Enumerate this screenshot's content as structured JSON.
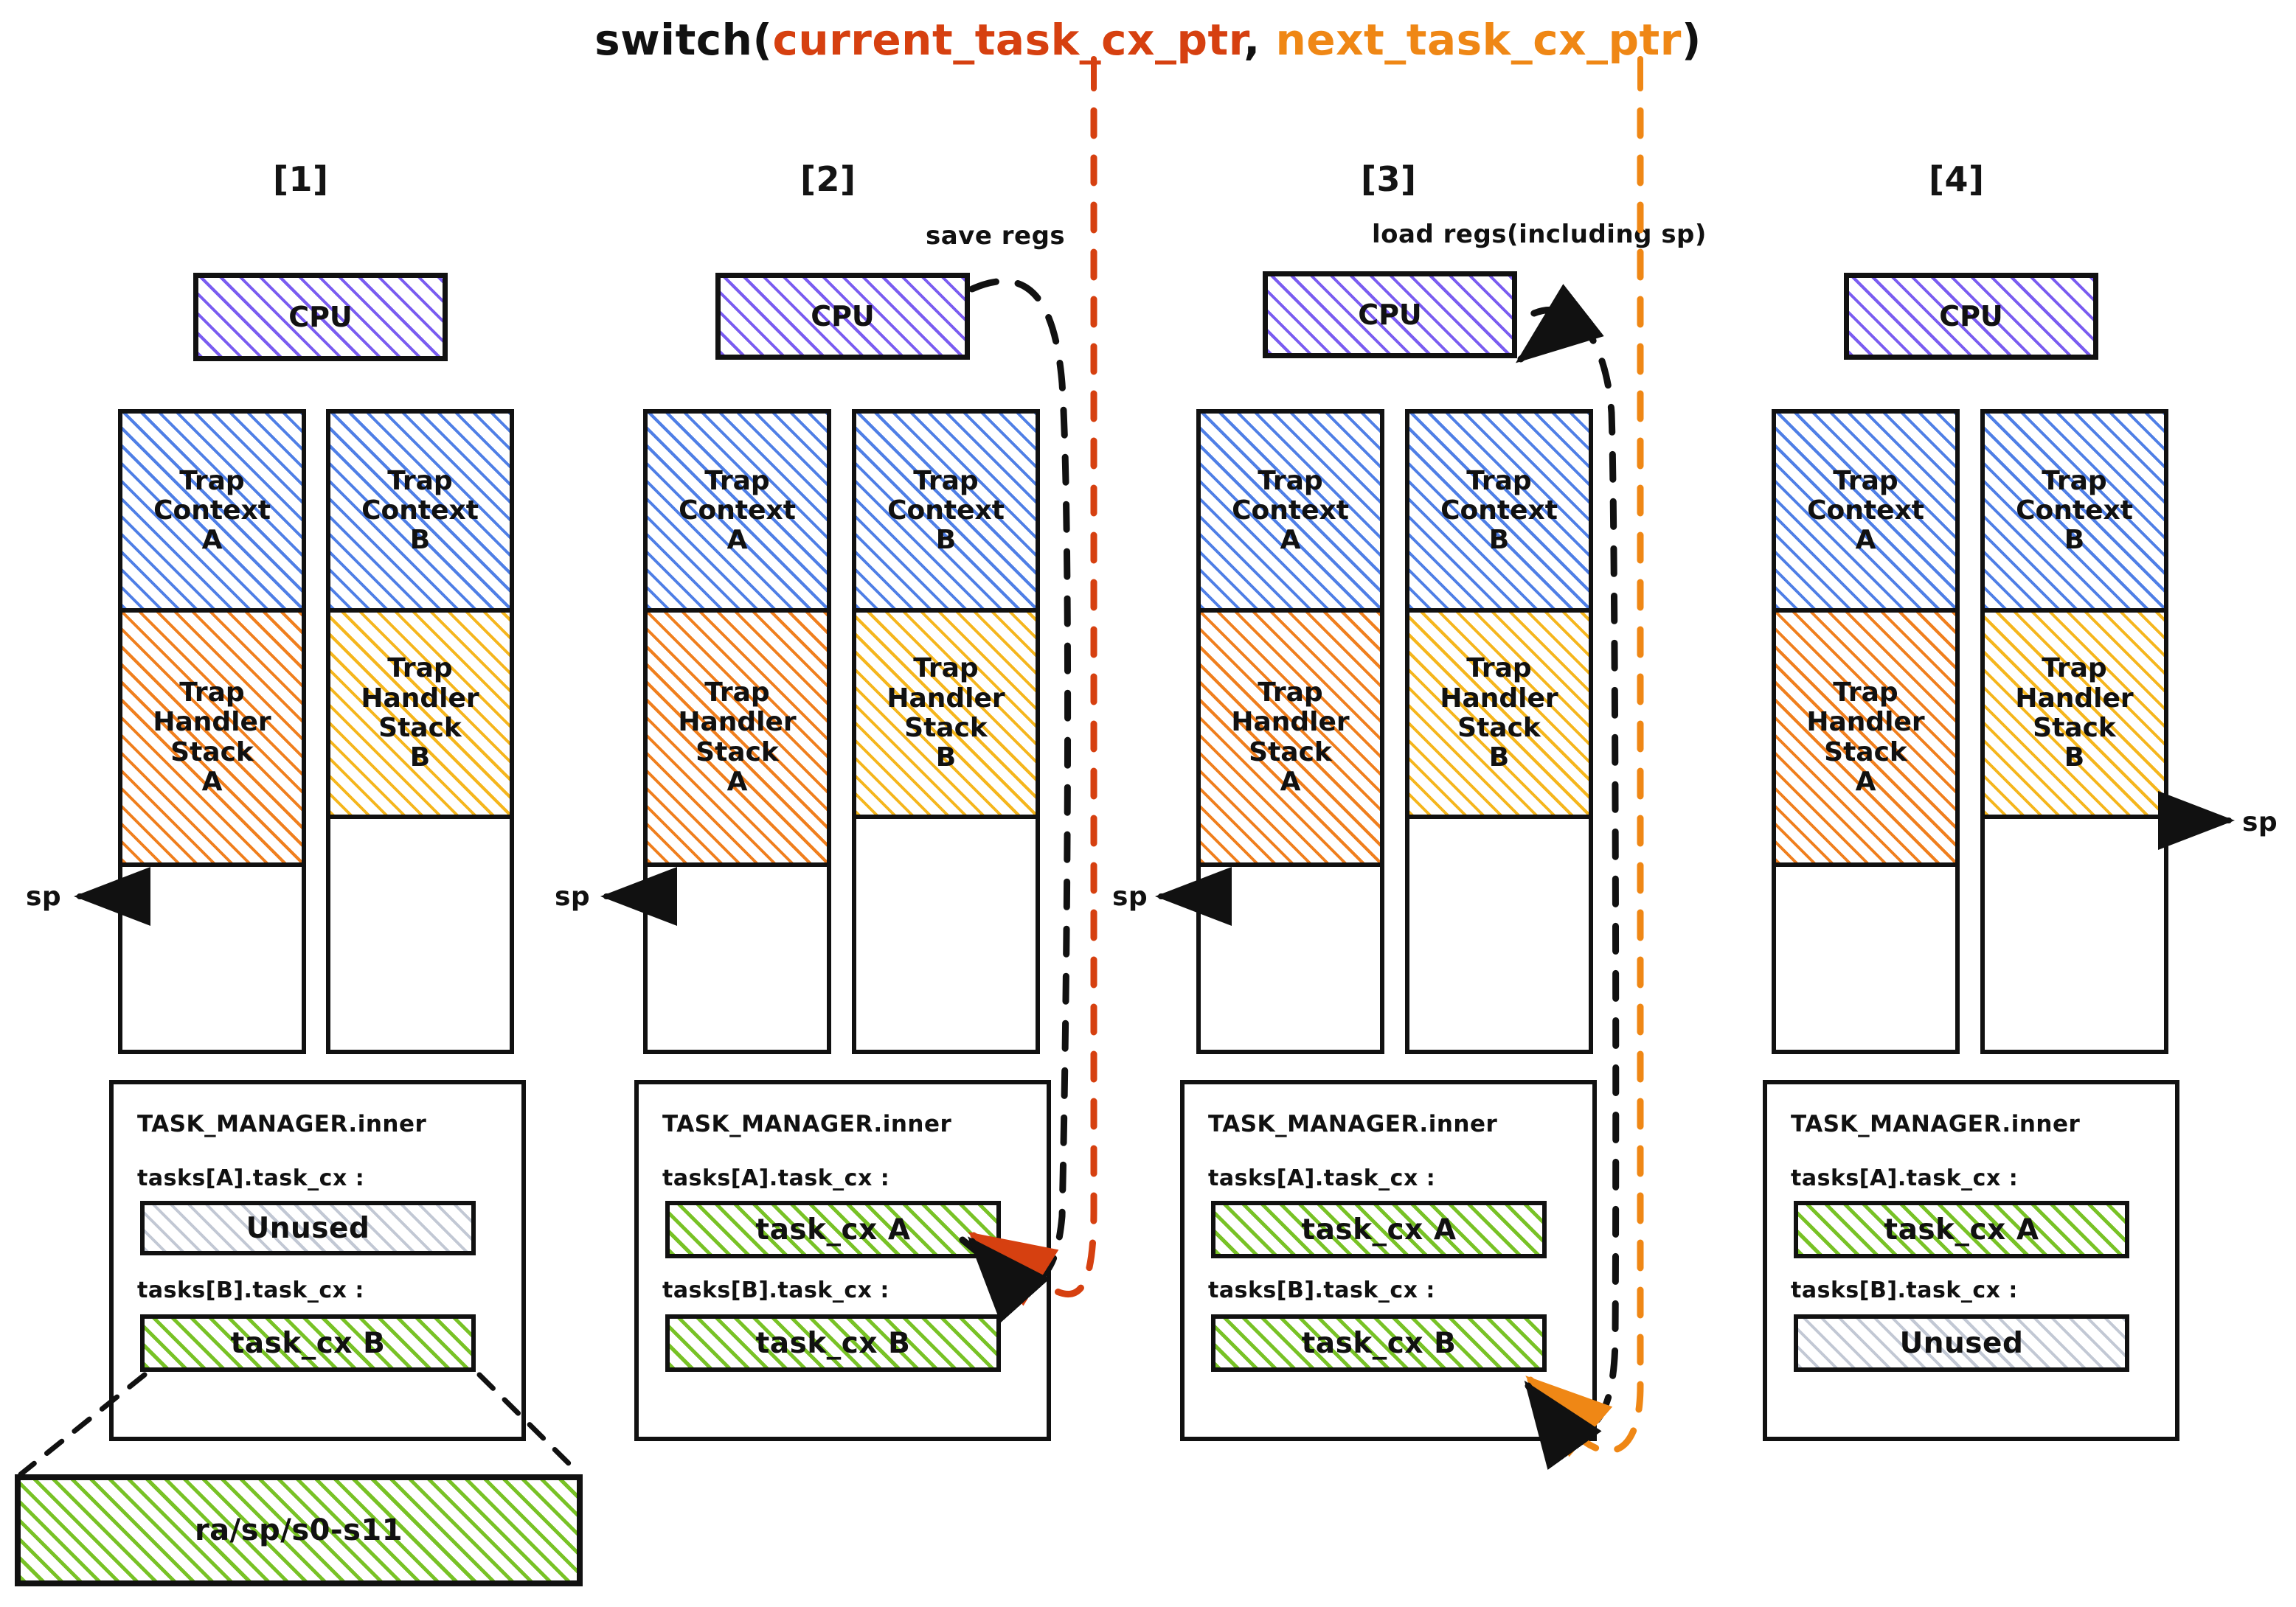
{
  "title": {
    "fn": "switch(",
    "arg1": "current_task_cx_ptr",
    "comma": ", ",
    "arg2": "next_task_cx_ptr",
    "close": ")",
    "arg1_color": "#d64010",
    "arg2_color": "#ef8715"
  },
  "panels": [
    {
      "label": "[1]",
      "cpu": "CPU",
      "stacks": [
        {
          "context": "Trap\nContext\nA",
          "handler": "Trap\nHandler\nStack\nA",
          "handler_color": "orange",
          "handler_tall": true
        },
        {
          "context": "Trap\nContext\nB",
          "handler": "Trap\nHandler\nStack\nB",
          "handler_color": "amber",
          "handler_tall": false
        }
      ],
      "sp_label": "sp",
      "sp_side": "left",
      "manager": {
        "title": "TASK_MANAGER.inner",
        "rows": [
          {
            "label": "tasks[A].task_cx :",
            "value": "Unused",
            "fill": "gray"
          },
          {
            "label": "tasks[B].task_cx :",
            "value": "task_cx B",
            "fill": "green"
          }
        ]
      }
    },
    {
      "label": "[2]",
      "cpu": "CPU",
      "note": "save regs",
      "stacks": [
        {
          "context": "Trap\nContext\nA",
          "handler": "Trap\nHandler\nStack\nA",
          "handler_color": "orange",
          "handler_tall": true
        },
        {
          "context": "Trap\nContext\nB",
          "handler": "Trap\nHandler\nStack\nB",
          "handler_color": "amber",
          "handler_tall": false
        }
      ],
      "sp_label": "sp",
      "sp_side": "left",
      "manager": {
        "title": "TASK_MANAGER.inner",
        "rows": [
          {
            "label": "tasks[A].task_cx :",
            "value": "task_cx A",
            "fill": "green"
          },
          {
            "label": "tasks[B].task_cx :",
            "value": "task_cx B",
            "fill": "green"
          }
        ]
      }
    },
    {
      "label": "[3]",
      "cpu": "CPU",
      "note": "load regs(including sp)",
      "stacks": [
        {
          "context": "Trap\nContext\nA",
          "handler": "Trap\nHandler\nStack\nA",
          "handler_color": "orange",
          "handler_tall": true
        },
        {
          "context": "Trap\nContext\nB",
          "handler": "Trap\nHandler\nStack\nB",
          "handler_color": "amber",
          "handler_tall": false
        }
      ],
      "sp_label": "sp",
      "sp_side": "left",
      "manager": {
        "title": "TASK_MANAGER.inner",
        "rows": [
          {
            "label": "tasks[A].task_cx :",
            "value": "task_cx A",
            "fill": "green"
          },
          {
            "label": "tasks[B].task_cx :",
            "value": "task_cx B",
            "fill": "green"
          }
        ]
      }
    },
    {
      "label": "[4]",
      "cpu": "CPU",
      "stacks": [
        {
          "context": "Trap\nContext\nA",
          "handler": "Trap\nHandler\nStack\nA",
          "handler_color": "orange",
          "handler_tall": true
        },
        {
          "context": "Trap\nContext\nB",
          "handler": "Trap\nHandler\nStack\nB",
          "handler_color": "amber",
          "handler_tall": false
        }
      ],
      "sp_label": "sp",
      "sp_side": "right",
      "manager": {
        "title": "TASK_MANAGER.inner",
        "rows": [
          {
            "label": "tasks[A].task_cx :",
            "value": "task_cx A",
            "fill": "green"
          },
          {
            "label": "tasks[B].task_cx :",
            "value": "Unused",
            "fill": "gray"
          }
        ]
      }
    }
  ],
  "callout": {
    "text": "ra/sp/s0-s11"
  },
  "colors": {
    "trap_context": "#4f7fe6",
    "trap_handler_a": "#f07f1e",
    "trap_handler_b": "#f5b61d",
    "cpu": "#7a5cf0",
    "task_cx": "#78c226",
    "unused": "#c2c8d4",
    "current_ptr": "#d64010",
    "next_ptr": "#ef8715",
    "ink": "#111111"
  }
}
